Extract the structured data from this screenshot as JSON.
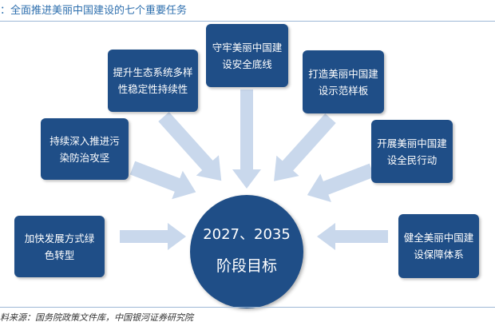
{
  "title": "：全面推进美丽中国建设的七个重要任务",
  "source": "料来源：国务院政策文件库，中国银河证券研究院",
  "colors": {
    "box": "#1f4e87",
    "arrow": "#c9d8ec",
    "title": "#2e6fae"
  },
  "center": {
    "line1": "2027、2035",
    "line2": "阶段目标"
  },
  "tasks": [
    {
      "line1": "加快发展方式绿",
      "line2": "色转型"
    },
    {
      "line1": "持续深入推进污",
      "line2": "染防治攻坚"
    },
    {
      "line1": "提升生态系统多样",
      "line2": "性稳定性持续性"
    },
    {
      "line1": "守牢美丽中国建",
      "line2": "设安全底线"
    },
    {
      "line1": "打造美丽中国建",
      "line2": "设示范样板"
    },
    {
      "line1": "开展美丽中国建",
      "line2": "设全民行动"
    },
    {
      "line1": "健全美丽中国建",
      "line2": "设保障体系"
    }
  ]
}
